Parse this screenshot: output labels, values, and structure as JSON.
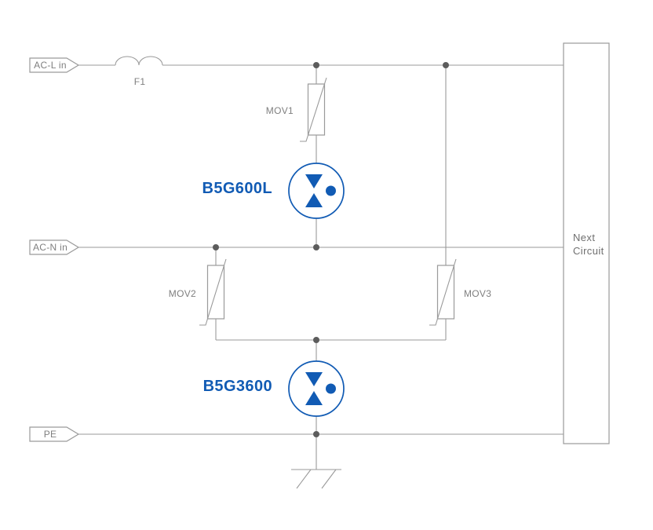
{
  "diagram": {
    "terminals": {
      "ac_l": "AC-L in",
      "ac_n": "AC-N in",
      "pe": "PE"
    },
    "components": {
      "fuse": "F1",
      "mov1": "MOV1",
      "mov2": "MOV2",
      "mov3": "MOV3",
      "gdt1": "B5G600L",
      "gdt2": "B5G3600"
    },
    "next_circuit": {
      "line1": "Next",
      "line2": "Circuit"
    },
    "colors": {
      "accent_blue": "#115bb4",
      "line_gray": "#9a9a9a",
      "label_gray": "#7f7f7f",
      "junction_dot_gray": "#5c5c5c"
    }
  }
}
